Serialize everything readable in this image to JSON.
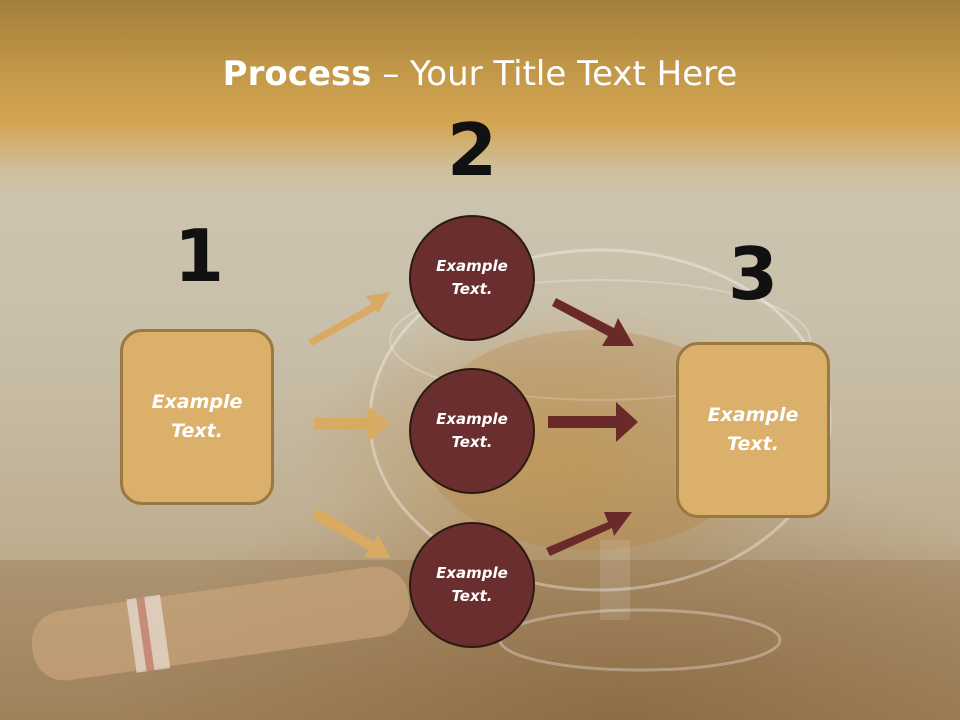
{
  "title": {
    "bold": "Process",
    "dash": " – ",
    "rest": "Your Title Text Here"
  },
  "steps": [
    {
      "number": "1"
    },
    {
      "number": "2"
    },
    {
      "number": "3"
    }
  ],
  "left_box": {
    "text": "Example Text."
  },
  "circles": [
    {
      "text": "Example Text."
    },
    {
      "text": "Example Text."
    },
    {
      "text": "Example Text."
    }
  ],
  "right_box": {
    "text": "Example Text."
  },
  "colors": {
    "box_fill": "#dbb06a",
    "box_border": "#9a7840",
    "circle_fill": "#6a2e2e",
    "left_arrow": "#d9ab62",
    "right_arrow": "#6a2a2a",
    "header": "#c29848"
  }
}
